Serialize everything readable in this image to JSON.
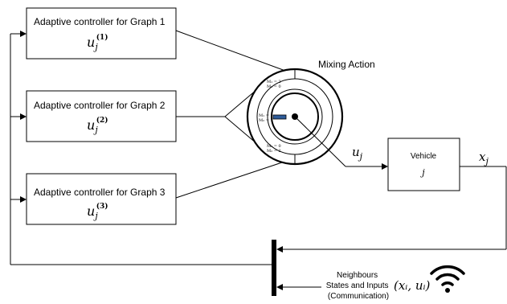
{
  "controllers": [
    {
      "label": "Adaptive controller for Graph 1",
      "signal": "u",
      "sub": "j",
      "sup": "(1)"
    },
    {
      "label": "Adaptive controller for Graph 2",
      "signal": "u",
      "sub": "j",
      "sup": "(2)"
    },
    {
      "label": "Adaptive controller for Graph 3",
      "signal": "u",
      "sub": "j",
      "sup": "(3)"
    }
  ],
  "mixing": {
    "title": "Mixing Action",
    "segment_labels": [
      {
        "line1": "M₁ = 2",
        "line2": "M₂ = 0"
      },
      {
        "line1": "M₁ = 1",
        "line2": "M₂ = 1"
      },
      {
        "line1": "M₁ = 0",
        "line2": "M₂ = 2"
      }
    ]
  },
  "vehicle": {
    "label": "Vehicle",
    "index": "j"
  },
  "signals": {
    "control": {
      "base": "u",
      "sub": "j"
    },
    "state": {
      "base": "x",
      "sub": "j"
    }
  },
  "neighbours": {
    "line1": "Neighbours",
    "line2": "States and Inputs",
    "line3": "(Communication)",
    "tuple": "(xᵢ, uᵢ)"
  },
  "icons": {
    "wifi": "wifi-icon"
  }
}
